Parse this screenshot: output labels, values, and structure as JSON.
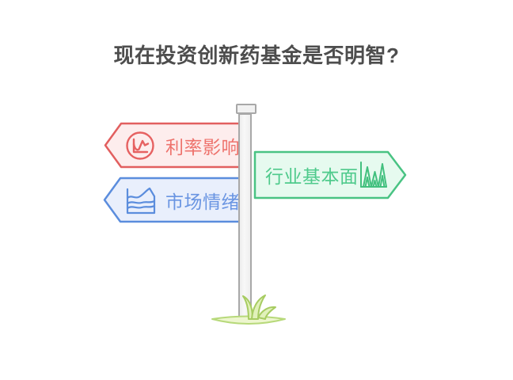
{
  "title": "现在投资创新药基金是否明智?",
  "title_color": "#4d4d4d",
  "signs": [
    {
      "label": "利率影响",
      "direction": "left",
      "icon": "line-chart-circle-icon",
      "fill": "#fdeded",
      "border": "#e25f5f",
      "text_color": "#ee736d"
    },
    {
      "label": "行业基本面",
      "direction": "right",
      "icon": "mountain-peaks-chart-icon",
      "fill": "#e6faef",
      "border": "#49c383",
      "text_color": "#4fca8c"
    },
    {
      "label": "市场情绪",
      "direction": "left",
      "icon": "layered-waves-chart-icon",
      "fill": "#e9effc",
      "border": "#5b8ddd",
      "text_color": "#6a95e2"
    }
  ],
  "signpost": {
    "pole_fill": "#f4f4f4",
    "pole_border": "#a8a8a8"
  },
  "grass": {
    "mound_fill": "#edf6ce",
    "mound_border": "#b7d97a",
    "tuft_fill": "#e1f1ba",
    "tuft_border": "#a7cc62"
  }
}
